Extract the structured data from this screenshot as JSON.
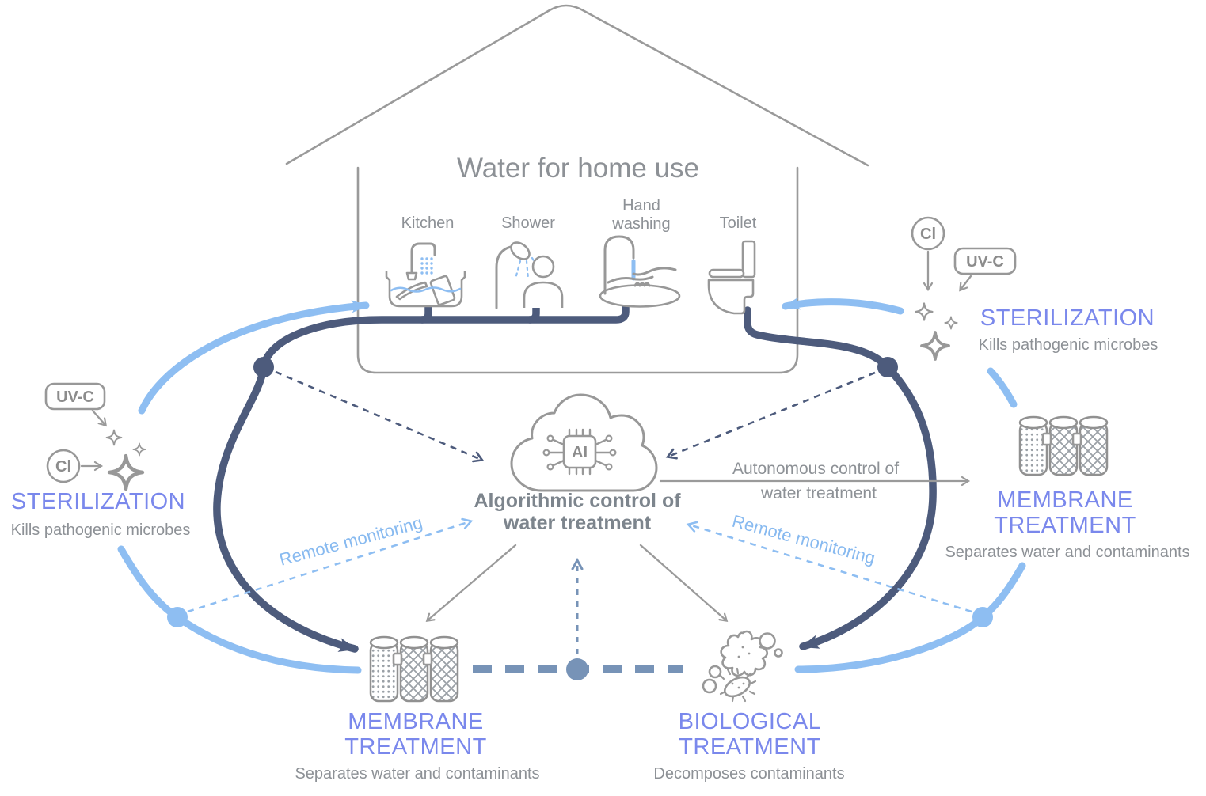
{
  "colors": {
    "navy": "#4d5b7c",
    "light_blue": "#8ebef2",
    "steel_blue": "#7793b7",
    "line_gray": "#989898",
    "text_gray": "#8d9196",
    "heading_purple": "#7a88ec"
  },
  "house": {
    "title": "Water for home use",
    "rooms": {
      "kitchen": "Kitchen",
      "shower": "Shower",
      "hand_washing_line1": "Hand",
      "hand_washing_line2": "washing",
      "toilet": "Toilet"
    }
  },
  "center": {
    "chip_label": "AI",
    "caption_line1": "Algorithmic control of",
    "caption_line2": "water treatment"
  },
  "flows": {
    "autonomous_line1": "Autonomous control of",
    "autonomous_line2": "water treatment",
    "remote_monitoring_left": "Remote monitoring",
    "remote_monitoring_right": "Remote monitoring"
  },
  "sterilization_left": {
    "badge_uvc": "UV-C",
    "badge_cl": "Cl",
    "title": "STERILIZATION",
    "caption": "Kills pathogenic microbes"
  },
  "sterilization_right": {
    "badge_cl": "Cl",
    "badge_uvc": "UV-C",
    "title": "STERILIZATION",
    "caption": "Kills pathogenic microbes"
  },
  "membrane_right": {
    "title_line1": "MEMBRANE",
    "title_line2": "TREATMENT",
    "caption": "Separates water and contaminants"
  },
  "membrane_bottom": {
    "title_line1": "MEMBRANE",
    "title_line2": "TREATMENT",
    "caption": "Separates water and contaminants"
  },
  "biological_bottom": {
    "title_line1": "BIOLOGICAL",
    "title_line2": "TREATMENT",
    "caption": "Decomposes contaminants"
  }
}
